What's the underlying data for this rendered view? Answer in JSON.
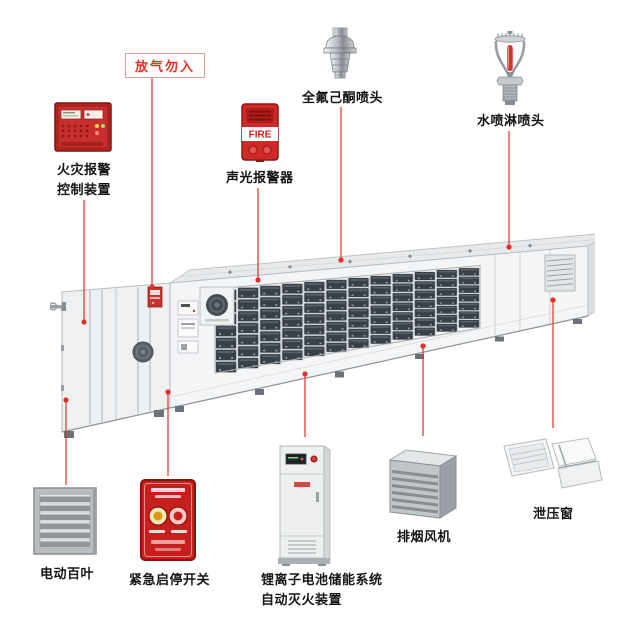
{
  "colors": {
    "connector_red": "#e23128",
    "device_red": "#c5201d",
    "label_color": "#151515",
    "container_gray": "#eef0f1",
    "battery_module": "#394047"
  },
  "labels": {
    "warning_sign": "放气勿入",
    "fire_alarm_line1": "火灾报警",
    "fire_alarm_line2": "控制装置",
    "sound_light_alarm": "声光报警器",
    "novec_nozzle": "全氟己酮喷头",
    "sprinkler": "水喷淋喷头",
    "electric_louver": "电动百叶",
    "emergency_switch": "紧急启停开关",
    "suppression_line1": "锂离子电池储能系统",
    "suppression_line2": "自动灭火装置",
    "exhaust_fan": "排烟风机",
    "relief_window": "泄压窗"
  },
  "device_text": {
    "alarm_band": "FIRE"
  }
}
